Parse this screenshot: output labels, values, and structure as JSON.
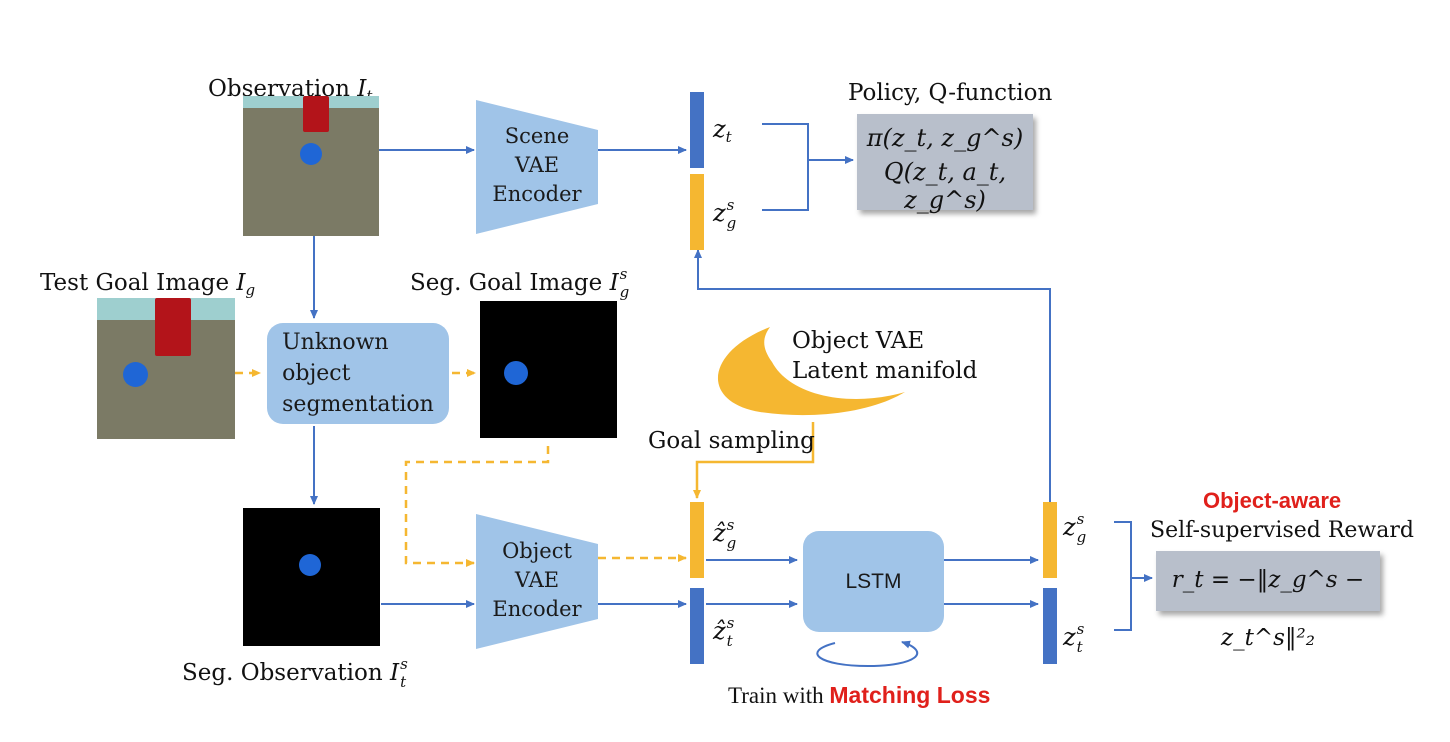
{
  "labels": {
    "observation": "Observation",
    "test_goal_image": "Test Goal Image",
    "seg_goal_image": "Seg. Goal Image",
    "seg_observation": "Seg. Observation",
    "policy_q": "Policy, Q-function",
    "object_vae_line1": "Object VAE",
    "object_vae_line2": "Latent manifold",
    "goal_sampling": "Goal sampling",
    "object_aware": "Object-aware",
    "self_supervised_reward": "Self-supervised Reward",
    "train_with": "Train with",
    "matching_loss": "Matching Loss"
  },
  "symbols": {
    "I": "I",
    "t": "t",
    "g": "g",
    "s": "s",
    "z": "z",
    "z_hat": "ẑ",
    "r": "r"
  },
  "blocks": {
    "scene_encoder": [
      "Scene",
      "VAE",
      "Encoder"
    ],
    "object_encoder": [
      "Object",
      "VAE",
      "Encoder"
    ],
    "segmentation": [
      "Unknown",
      "object",
      "segmentation"
    ],
    "lstm": "LSTM"
  },
  "formulas": {
    "policy": "π(z_t, z_g^s)",
    "q_function": "Q(z_t, a_t, z_g^s)",
    "reward": "r_t = −‖z_g^s − z_t^s‖²₂"
  },
  "colors": {
    "flow_blue": "#4472c4",
    "dashed_gold": "#f5b731",
    "block_fill": "#a0c4e8",
    "highlight_red": "#e0201b"
  }
}
